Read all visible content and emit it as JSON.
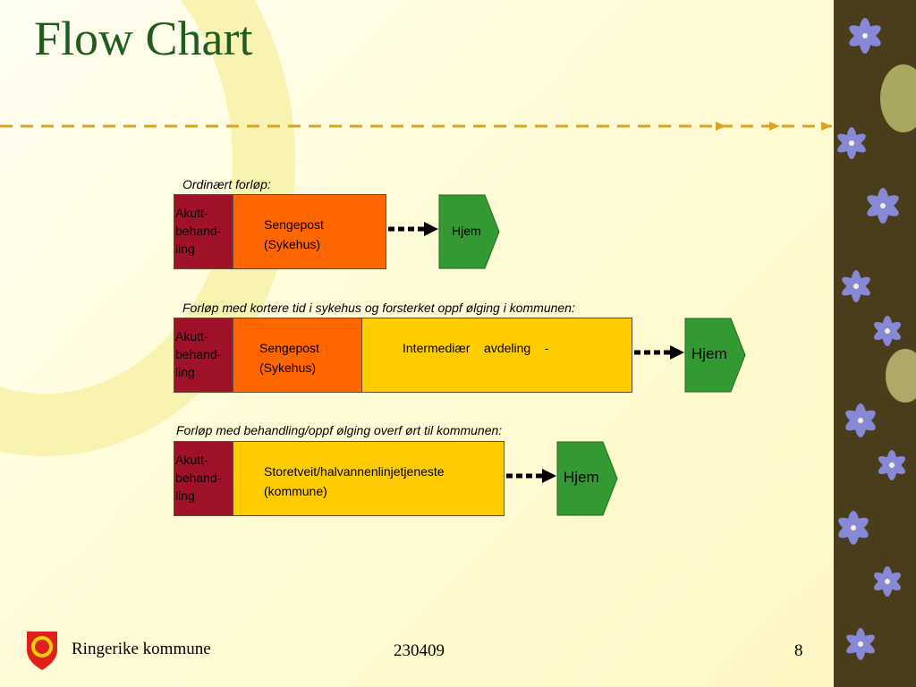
{
  "slide": {
    "title": "Flow Chart"
  },
  "flows": [
    {
      "label": "Ordinært forløp:",
      "akutt": "Akutt-\nbehand-\nling",
      "sengepost": "Sengepost\n(Sykehus)",
      "hjem": "Hjem"
    },
    {
      "label": "Forløp med kortere tid i sykehus og forsterket oppf  ølging i kommunen:",
      "akutt": "Akutt-\nbehand-\nling",
      "sengepost": "Sengepost\n(Sykehus)",
      "intermediaer": "Intermediær    avdeling    -",
      "hjem": "Hjem"
    },
    {
      "label": "Forløp med behandling/oppf ølging overf ørt til kommunen:",
      "akutt": "Akutt-\nbehand-\nling",
      "storetveit": "Storetveit/halvannenlinjetjeneste\n(kommune)",
      "hjem": "Hjem"
    }
  ],
  "footer": {
    "org": "Ringerike kommune",
    "date": "230409",
    "page": "8"
  },
  "colors": {
    "title": "#1f5d1f",
    "akutt": "#a0122a",
    "sengepost": "#ff6600",
    "intermediaer": "#ffcc00",
    "hjem": "#339933",
    "dash": "#d9a520"
  }
}
